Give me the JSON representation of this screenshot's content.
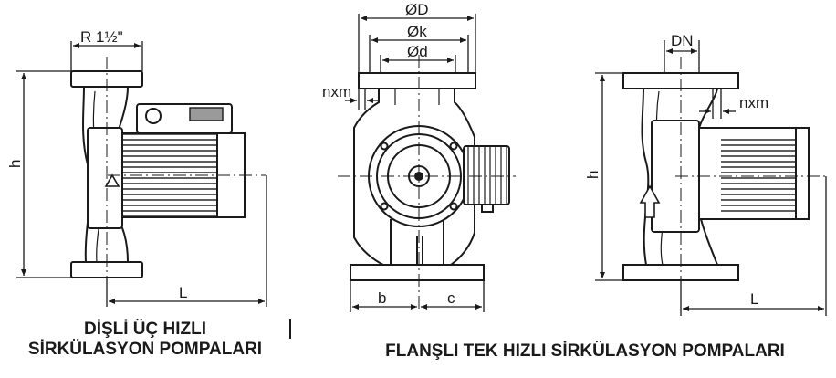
{
  "labels": {
    "thread": "R 1½\"",
    "h_left": "h",
    "L_left": "L",
    "OD": "ØD",
    "Ok": "Øk",
    "Od": "Ød",
    "nxm_center": "nxm",
    "b": "b",
    "c": "c",
    "DN": "DN",
    "nxm_right": "nxm",
    "h_right": "h",
    "L_right": "L"
  },
  "captions": {
    "threaded_line1": "DİŞLİ ÜÇ HIZLI",
    "threaded_line2": "SİRKÜLASYON POMPALARI",
    "flanged": "FLANŞLI TEK HIZLI SİRKÜLASYON POMPALARI"
  },
  "colors": {
    "line": "#1a1a1a",
    "fill": "#ffffff",
    "shade": "#9a9a9a"
  }
}
